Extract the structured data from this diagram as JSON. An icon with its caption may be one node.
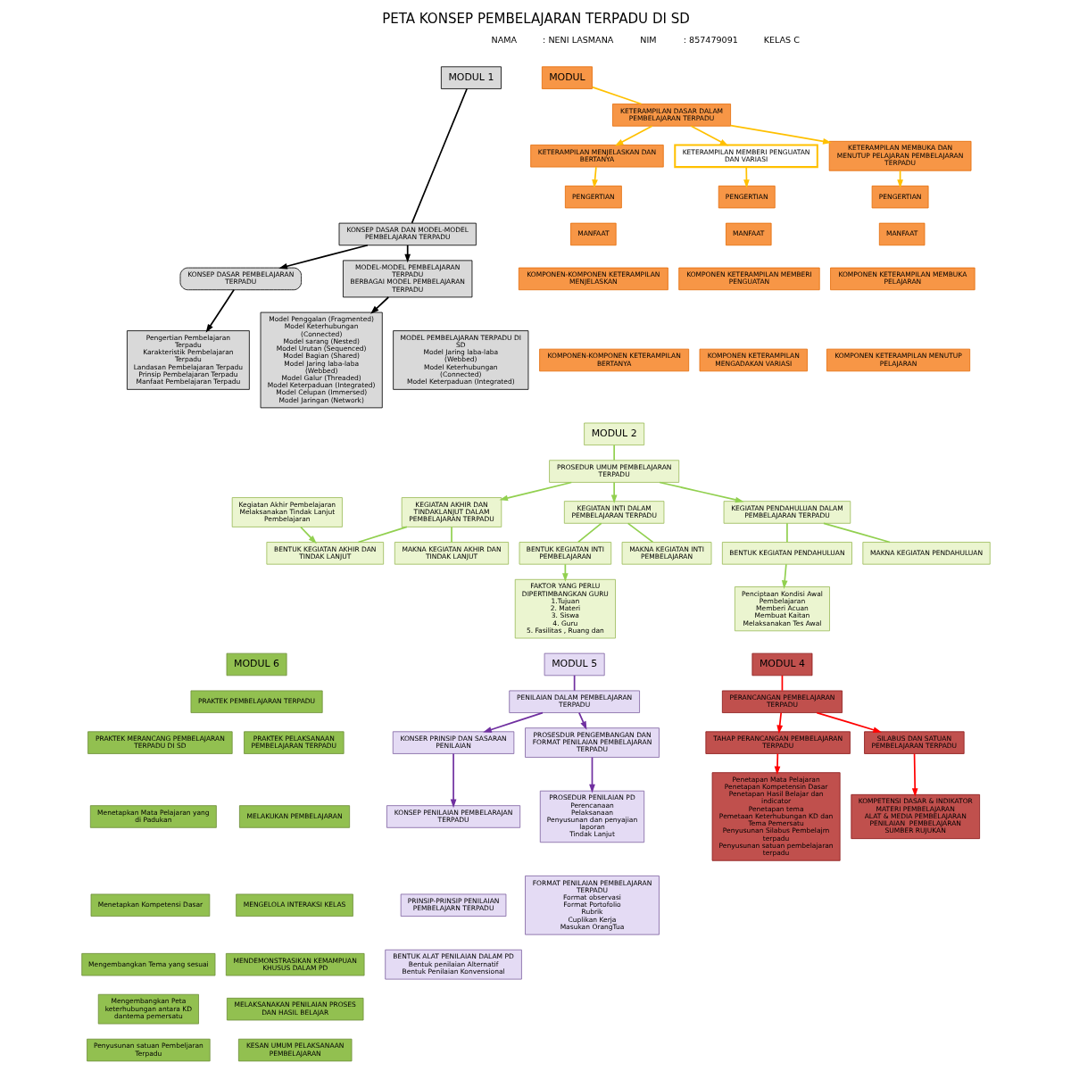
{
  "diagram": {
    "title": "PETA KONSEP PEMBELAJARAN TERPADU DI SD",
    "nodes": [
      {
        "text": [
          "MODUL 1"
        ]
      },
      {
        "text": [
          "KONSEP DASAR DAN MODEL-MODEL PEMBELAJARAN TERPADU"
        ]
      },
      {
        "text": [
          "KONSEP DASAR PEMBELAJARAN TERPADU"
        ]
      },
      {
        "text": [
          "MODEL-MODEL PEMBELAJARAN TERPADU",
          "BERBAGAI MODEL PEMBELAJARAN TERPADU"
        ]
      },
      {
        "text": [
          "Pengertian Pembelajaran Terpadu",
          "Karakteristik Pembelajaran Terpadu",
          "Landasan Pembelajaran Terpadu",
          "Prinsip Pembelajaran Terpadu",
          "Manfaat Pembelajaran Terpadu"
        ]
      },
      {
        "text": [
          "Model Penggalan (Fragmented)",
          "Model Keterhubungan (Connected)",
          "Model sarang (Nested)",
          "Model Urutan (Sequenced)",
          "Model Bagian (Shared)",
          "Model Jaring laba-laba (Webbed)",
          "Model Galur (Threaded)",
          "Model Keterpaduan (Integrated)",
          "Model Celupan (Immersed)",
          "Model Jaringan (Network)"
        ]
      },
      {
        "text": [
          "MODEL PEMBELAJARAN TERPADU DI SD",
          "Model Jaring laba-laba (Webbed)",
          "Model Keterhubungan (Connected)",
          "Model Keterpaduan (Integrated)"
        ]
      },
      {
        "text": [
          "MODUL"
        ]
      },
      {
        "text": [
          "KETERAMPILAN DASAR DALAM PEMBELAJARAN TERPADU"
        ]
      },
      {
        "text": [
          "KETERAMPILAN MEMBUKA DAN MENUTUP PELAJARAN PEMBELAJARAN TERPADU"
        ]
      },
      {
        "text": [
          "KETERAMPILAN MENJELASKAN DAN BERTANYA"
        ]
      },
      {
        "text": [
          "KETERAMPILAN MEMBERI PENGUATAN DAN VARIASI"
        ]
      },
      {
        "text": [
          "PENGERTIAN"
        ]
      },
      {
        "text": [
          "MANFAAT"
        ]
      },
      {
        "text": [
          "PENGERTIAN"
        ]
      },
      {
        "text": [
          "MANFAAT"
        ]
      },
      {
        "text": [
          "PENGERTIAN"
        ]
      },
      {
        "text": [
          "MANFAAT"
        ]
      },
      {
        "text": [
          "KOMPONEN KETERAMPILAN MEMBUKA PELAJARAN"
        ]
      },
      {
        "text": [
          "KOMPONEN KETERAMPILAN MENUTUP PELAJARAN"
        ]
      },
      {
        "text": [
          "KOMPONEN-KOMPONEN KETERAMPILAN MENJELASKAN"
        ]
      },
      {
        "text": [
          "KOMPONEN-KOMPONEN KETERAMPILAN BERTANYA"
        ]
      },
      {
        "text": [
          "KOMPONEN KETERAMPILAN MEMBERI PENGUATAN"
        ]
      },
      {
        "text": [
          "KOMPONEN KETERAMPILAN MENGADAKAN VARIASI"
        ]
      },
      {
        "text": [
          "MODUL 2"
        ]
      },
      {
        "text": [
          "PROSEDUR UMUM PEMBELAJARAN TERPADU"
        ]
      },
      {
        "text": [
          "KEGIATAN PENDAHULUAN DALAM PEMBELAJARAN TERPADU"
        ]
      },
      {
        "text": [
          "KEGIATAN INTI DALAM PEMBELAJARAN TERPADU"
        ]
      },
      {
        "text": [
          "KEGIATAN AKHIR DAN TINDAKLANJUT DALAM PEMBELAJARAN TERPADU"
        ]
      },
      {
        "text": [
          "MAKNA KEGIATAN PENDAHULUAN"
        ]
      },
      {
        "text": [
          "MAKNA KEGIATAN INTI PEMBELAJARAN"
        ]
      },
      {
        "text": [
          "MAKNA KEGIATAN AKHIR DAN TINDAK LANJUT"
        ]
      },
      {
        "text": [
          "BENTUK KEGIATAN PENDAHULUAN"
        ]
      },
      {
        "text": [
          "BENTUK KEGIATAN INTI PEMBELAJARAN"
        ]
      },
      {
        "text": [
          "BENTUK KEGIATAN AKHIR DAN TINDAK LANJUT"
        ]
      },
      {
        "text": [
          "Penciptaan Kondisi Awal Pembelajaran",
          "Memberi Acuan",
          "Membuat Kaitan",
          "Melaksanakan Tes Awal"
        ]
      },
      {
        "text": [
          "FAKTOR YANG PERLU DIPERTIMBANGKAN GURU",
          "1.Tujuan",
          "2. Materi",
          "3. Siswa",
          "4. Guru",
          "5. Fasilitas , Ruang dan"
        ]
      },
      {
        "text": [
          "Kegiatan Akhir Pembelajaran",
          "Melaksanakan Tindak Lanjut Pembelajaran"
        ]
      },
      {
        "text": [
          "MODUL 4"
        ]
      },
      {
        "text": [
          "PERANCANGAN PEMBELAJARAN TERPADU"
        ]
      },
      {
        "text": [
          "TAHAP PERANCANGAN PEMBELAJARAN TERPADU"
        ]
      },
      {
        "text": [
          "SILABUS DAN SATUAN PEMBELAJARAN TERPADU"
        ]
      },
      {
        "text": [
          "Penetapan Mata Pelajaran",
          "Penetapan Kompetensin Dasar",
          "Penetapan Hasil Belajar dan indicator",
          "Penetapan tema",
          "Pemetaan Keterhubungan KD dan Tema Pemersatu",
          "Penyusunan Silabus Pembelajrn terpadu",
          "Penyusunan satuan pembelajaran terpadu"
        ]
      },
      {
        "text": [
          "KOMPETENSI DASAR & INDIKATOR",
          "MATERI PEMBELAJARAN",
          "ALAT & MEDIA PEMBELAJARAN",
          "PENILAIAN  PEMBELAJARAN",
          "SUMBER RUJUKAN"
        ]
      },
      {
        "text": [
          "MODUL 5"
        ]
      },
      {
        "text": [
          "PENILAIAN DALAM PEMBELAJARAN TERPADU"
        ]
      },
      {
        "text": [
          "KONSER PRINSIP DAN SASARAN PENILAIAN"
        ]
      },
      {
        "text": [
          "PROSESDUR PENGEMBANGAN DAN FORMAT PENILAIAN PEMBELAJARAN TERPADU"
        ]
      },
      {
        "text": [
          "KONSEP PENILAIAN PEMBELARAJAN TERPADU"
        ]
      },
      {
        "text": [
          "PRINSIP-PRINSIP PENILAIAN PEMBELAJARN TERPADU"
        ]
      },
      {
        "text": [
          "BENTUK ALAT PENILAIAN DALAM PD",
          "Bentuk penilaian Alternatif",
          "Bentuk Penilaian Konvensional"
        ]
      },
      {
        "text": [
          "PROSEDUR PENILAIAN PD",
          "Perencanaan",
          "Pelaksanaan",
          "Penyusunan dan penyajian laporan",
          "Tindak Lanjut"
        ]
      },
      {
        "text": [
          "FORMAT PENILAIAN PEMBELAJARAN TERPADU",
          "Format observasi",
          "Format Portofolio",
          "Rubrik",
          "Cuplikan Kerja",
          "Masukan OrangTua"
        ]
      },
      {
        "text": [
          "MODUL 6"
        ]
      },
      {
        "text": [
          "PRAKTEK PEMBELAJARAN TERPADU"
        ]
      },
      {
        "text": [
          "PRAKTEK MERANCANG PEMBELAJARAN TERPADU DI SD"
        ]
      },
      {
        "text": [
          "PRAKTEK PELAKSANAAN PEMBELAJARAN TERPADU"
        ]
      },
      {
        "text": [
          "Menetapkan Mata Pelajaran yang di Padukan"
        ]
      },
      {
        "text": [
          "Menetapkan Kompetensi Dasar"
        ]
      },
      {
        "text": [
          "Mengembangkan Tema yang sesuai"
        ]
      },
      {
        "text": [
          "Mengembangkan Peta keterhubungan antara KD dantema pemersatu"
        ]
      },
      {
        "text": [
          "Penyusunan satuan Pembeljaran Terpadu"
        ]
      },
      {
        "text": [
          "MELAKUKAN PEMBELAJARAN"
        ]
      },
      {
        "text": [
          "MENGELOLA INTERAKSI KELAS"
        ]
      },
      {
        "text": [
          "MENDEMONSTRASIKAN KEMAMPUAN KHUSUS DALAM PD"
        ]
      },
      {
        "text": [
          "MELAKSANAKAN PENILAIAN PROSES DAN HASIL BELAJAR"
        ]
      },
      {
        "text": [
          "KESAN UMUM PELAKSANAAN PEMBELAJARAN"
        ]
      }
    ],
    "edges": [
      {
        "from": 0,
        "to": 1,
        "arrow": "none",
        "color": "#000000"
      },
      {
        "from": 1,
        "to": 2,
        "arrow": "to",
        "color": "#000000"
      },
      {
        "from": 1,
        "to": 3,
        "arrow": "to",
        "color": "#000000"
      },
      {
        "from": 2,
        "to": 4,
        "arrow": "to",
        "color": "#000000"
      },
      {
        "from": 3,
        "to": 5,
        "arrow": "to",
        "color": "#000000"
      },
      {
        "from": 7,
        "to": 8,
        "arrow": "none",
        "color": "#ffc000"
      },
      {
        "from": 8,
        "to": 9,
        "arrow": "to",
        "color": "#ffc000"
      },
      {
        "from": 8,
        "to": 10,
        "arrow": "to",
        "color": "#ffc000"
      },
      {
        "from": 8,
        "to": 11,
        "arrow": "to",
        "color": "#ffc000"
      },
      {
        "from": 9,
        "to": 12,
        "arrow": "to",
        "color": "#ffc000"
      },
      {
        "from": 10,
        "to": 14,
        "arrow": "to",
        "color": "#ffc000"
      },
      {
        "from": 11,
        "to": 16,
        "arrow": "to",
        "color": "#ffc000"
      },
      {
        "from": 24,
        "to": 25,
        "arrow": "none"
      },
      {
        "from": 25,
        "to": 26,
        "arrow": "to"
      },
      {
        "from": 25,
        "to": 27,
        "arrow": "to"
      },
      {
        "from": 25,
        "to": 28,
        "arrow": "to"
      },
      {
        "from": 26,
        "to": 29,
        "arrow": "none"
      },
      {
        "from": 26,
        "to": 32,
        "arrow": "none"
      },
      {
        "from": 27,
        "to": 30,
        "arrow": "none"
      },
      {
        "from": 27,
        "to": 33,
        "arrow": "none"
      },
      {
        "from": 28,
        "to": 31,
        "arrow": "none"
      },
      {
        "from": 28,
        "to": 34,
        "arrow": "none"
      },
      {
        "from": 32,
        "to": 35,
        "arrow": "to"
      },
      {
        "from": 33,
        "to": 36,
        "arrow": "to"
      },
      {
        "from": 37,
        "to": 34,
        "arrow": "to"
      },
      {
        "from": 38,
        "to": 39,
        "arrow": "none",
        "color": "#ff0000"
      },
      {
        "from": 39,
        "to": 40,
        "arrow": "to",
        "color": "#ff0000"
      },
      {
        "from": 39,
        "to": 41,
        "arrow": "to",
        "color": "#ff0000"
      },
      {
        "from": 40,
        "to": 42,
        "arrow": "to",
        "color": "#ff0000"
      },
      {
        "from": 41,
        "to": 43,
        "arrow": "to",
        "color": "#ff0000"
      },
      {
        "from": 44,
        "to": 45,
        "arrow": "none",
        "color": "#7030a0"
      },
      {
        "from": 45,
        "to": 46,
        "arrow": "to",
        "color": "#7030a0"
      },
      {
        "from": 45,
        "to": 47,
        "arrow": "to",
        "color": "#7030a0"
      },
      {
        "from": 46,
        "to": 48,
        "arrow": "to",
        "color": "#7030a0"
      },
      {
        "from": 47,
        "to": 51,
        "arrow": "to",
        "color": "#7030a0"
      }
    ],
    "labels": [
      "NAMA",
      ": NENI LASMANA",
      "NIM",
      ": 857479091",
      "KELAS C"
    ]
  }
}
